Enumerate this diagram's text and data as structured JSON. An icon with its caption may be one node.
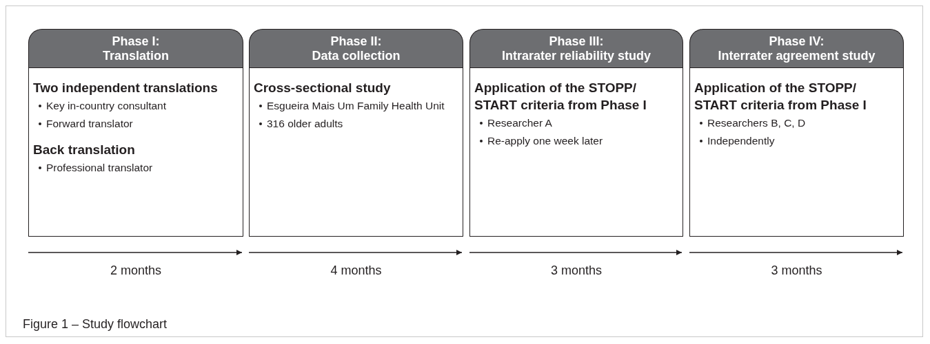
{
  "diagram": {
    "caption": "Figure 1 – Study flowchart",
    "nodes": [
      {
        "text": [
          "Phase I: Translation",
          "Two independent translations",
          "Key in-country consultant",
          "Forward translator",
          "Back translation",
          "Professional translator"
        ],
        "beside": [
          "2 months"
        ]
      },
      {
        "text": [
          "Phase II: Data collection",
          "Cross-sectional study",
          "Esgueira Mais Um Family Health Unit",
          "316 older adults"
        ],
        "beside": [
          "4 months"
        ]
      },
      {
        "text": [
          "Phase III: Intrarater reliability study",
          "Application of the STOPP/ START criteria from Phase I",
          "Researcher A",
          "Re-apply one week later"
        ],
        "beside": [
          "3 months"
        ]
      },
      {
        "text": [
          "Phase IV: Interrater agreement study",
          "Application of the STOPP/ START criteria from Phase I",
          "Researchers B, C, D",
          "Independently"
        ],
        "beside": [
          "3 months"
        ]
      }
    ]
  }
}
